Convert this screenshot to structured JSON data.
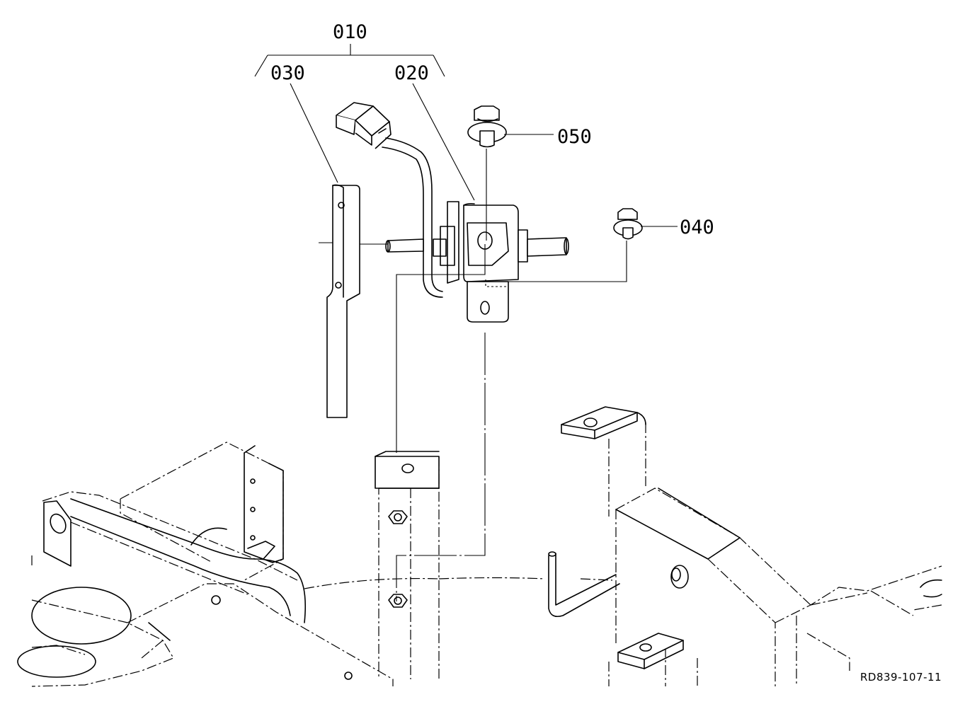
{
  "diagram": {
    "callouts": {
      "assembly": "010",
      "pump": "020",
      "bracket": "030",
      "small_bolt": "040",
      "large_bolt": "050"
    },
    "drawing_code": "RD839-107-11"
  }
}
